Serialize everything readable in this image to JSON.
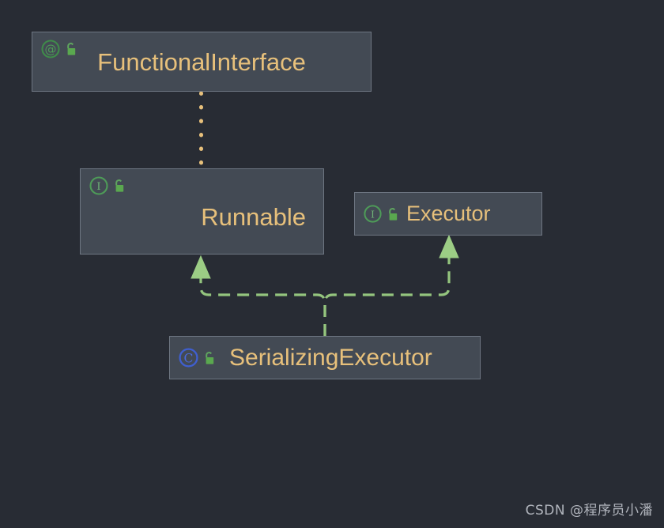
{
  "diagram": {
    "title": "Java class hierarchy diagram",
    "background_color": "#282c34",
    "node_fill_color": "#434a54",
    "node_border_color": "#6e7682",
    "node_text_color": "#e7c07b",
    "inheritance_line_color": "#94c57e",
    "annotation_line_color": "#e7c07b",
    "nodes": [
      {
        "id": "functional-interface",
        "label": "FunctionalInterface",
        "stereotype": "annotation",
        "stereotype_icon": "annotation-at-icon",
        "visibility_icon": "public-unlocked-padlock-icon",
        "visibility": "public"
      },
      {
        "id": "runnable",
        "label": "Runnable",
        "stereotype": "interface",
        "stereotype_icon": "interface-i-icon",
        "visibility_icon": "public-unlocked-padlock-icon",
        "visibility": "public"
      },
      {
        "id": "executor",
        "label": "Executor",
        "stereotype": "interface",
        "stereotype_icon": "interface-i-icon",
        "visibility_icon": "public-unlocked-padlock-icon",
        "visibility": "public"
      },
      {
        "id": "serializing-executor",
        "label": "SerializingExecutor",
        "stereotype": "class",
        "stereotype_icon": "class-c-icon",
        "visibility_icon": "public-unlocked-padlock-icon",
        "visibility": "public"
      }
    ],
    "edges": [
      {
        "id": "functional-interface-to-runnable",
        "from": "functional-interface",
        "to": "runnable",
        "style": "dotted",
        "color": "#e7c07b",
        "arrowhead": "none",
        "relation": "annotated-with"
      },
      {
        "id": "serializing-executor-to-runnable",
        "from": "serializing-executor",
        "to": "runnable",
        "style": "dashed",
        "color": "#94c57e",
        "arrowhead": "filled-triangle",
        "relation": "implements"
      },
      {
        "id": "serializing-executor-to-executor",
        "from": "serializing-executor",
        "to": "executor",
        "style": "dashed",
        "color": "#94c57e",
        "arrowhead": "filled-triangle",
        "relation": "implements"
      }
    ]
  },
  "watermark": {
    "text": "CSDN @程序员小潘"
  }
}
